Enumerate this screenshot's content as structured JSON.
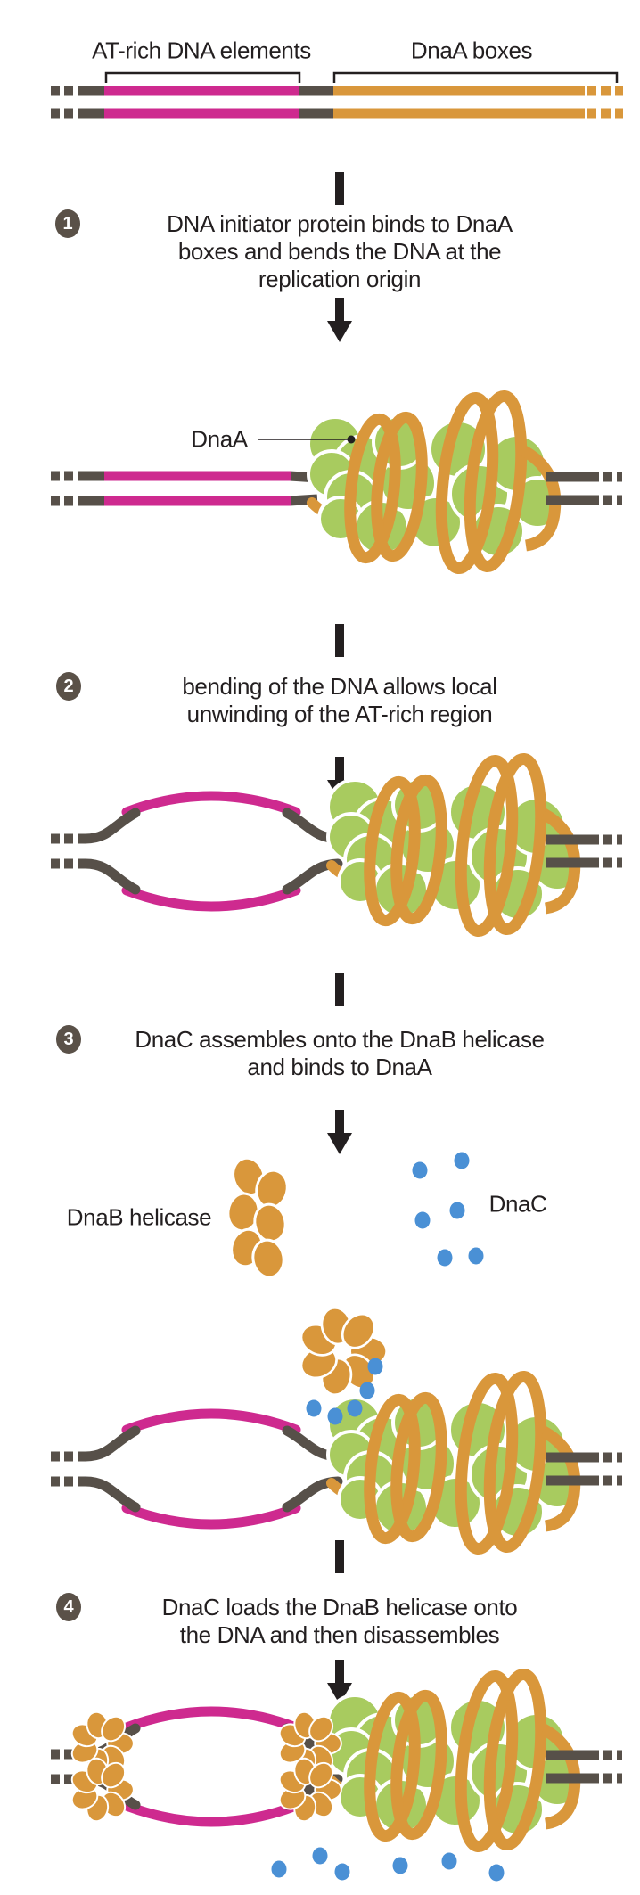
{
  "figure": {
    "title_region_labels": {
      "at_rich": "AT-rich DNA elements",
      "dnaa_boxes": "DnaA boxes"
    },
    "steps": [
      {
        "num": "1",
        "lines": [
          "DNA initiator protein binds to DnaA",
          "boxes and bends the DNA at the",
          "replication origin"
        ]
      },
      {
        "num": "2",
        "lines": [
          "bending of the DNA allows local",
          "unwinding of the AT-rich region"
        ]
      },
      {
        "num": "3",
        "lines": [
          "DnaC assembles onto the DnaB helicase",
          "and binds to DnaA"
        ]
      },
      {
        "num": "4",
        "lines": [
          "DnaC loads the DnaB helicase onto",
          "the DNA and then disassembles"
        ]
      }
    ],
    "molecule_labels": {
      "dnaa": "DnaA",
      "dnab": "DnaB helicase",
      "dnac": "DnaC"
    },
    "colors": {
      "at_rich_pink": "#CE2A8F",
      "dnaa_box_orange": "#D9973B",
      "dnaa_protein_green": "#A8CB5F",
      "dna_backbone_dark": "#575049",
      "dnac_blue": "#4A90D5",
      "text_ink": "#231F20",
      "step_circle": "#5A5148"
    }
  }
}
